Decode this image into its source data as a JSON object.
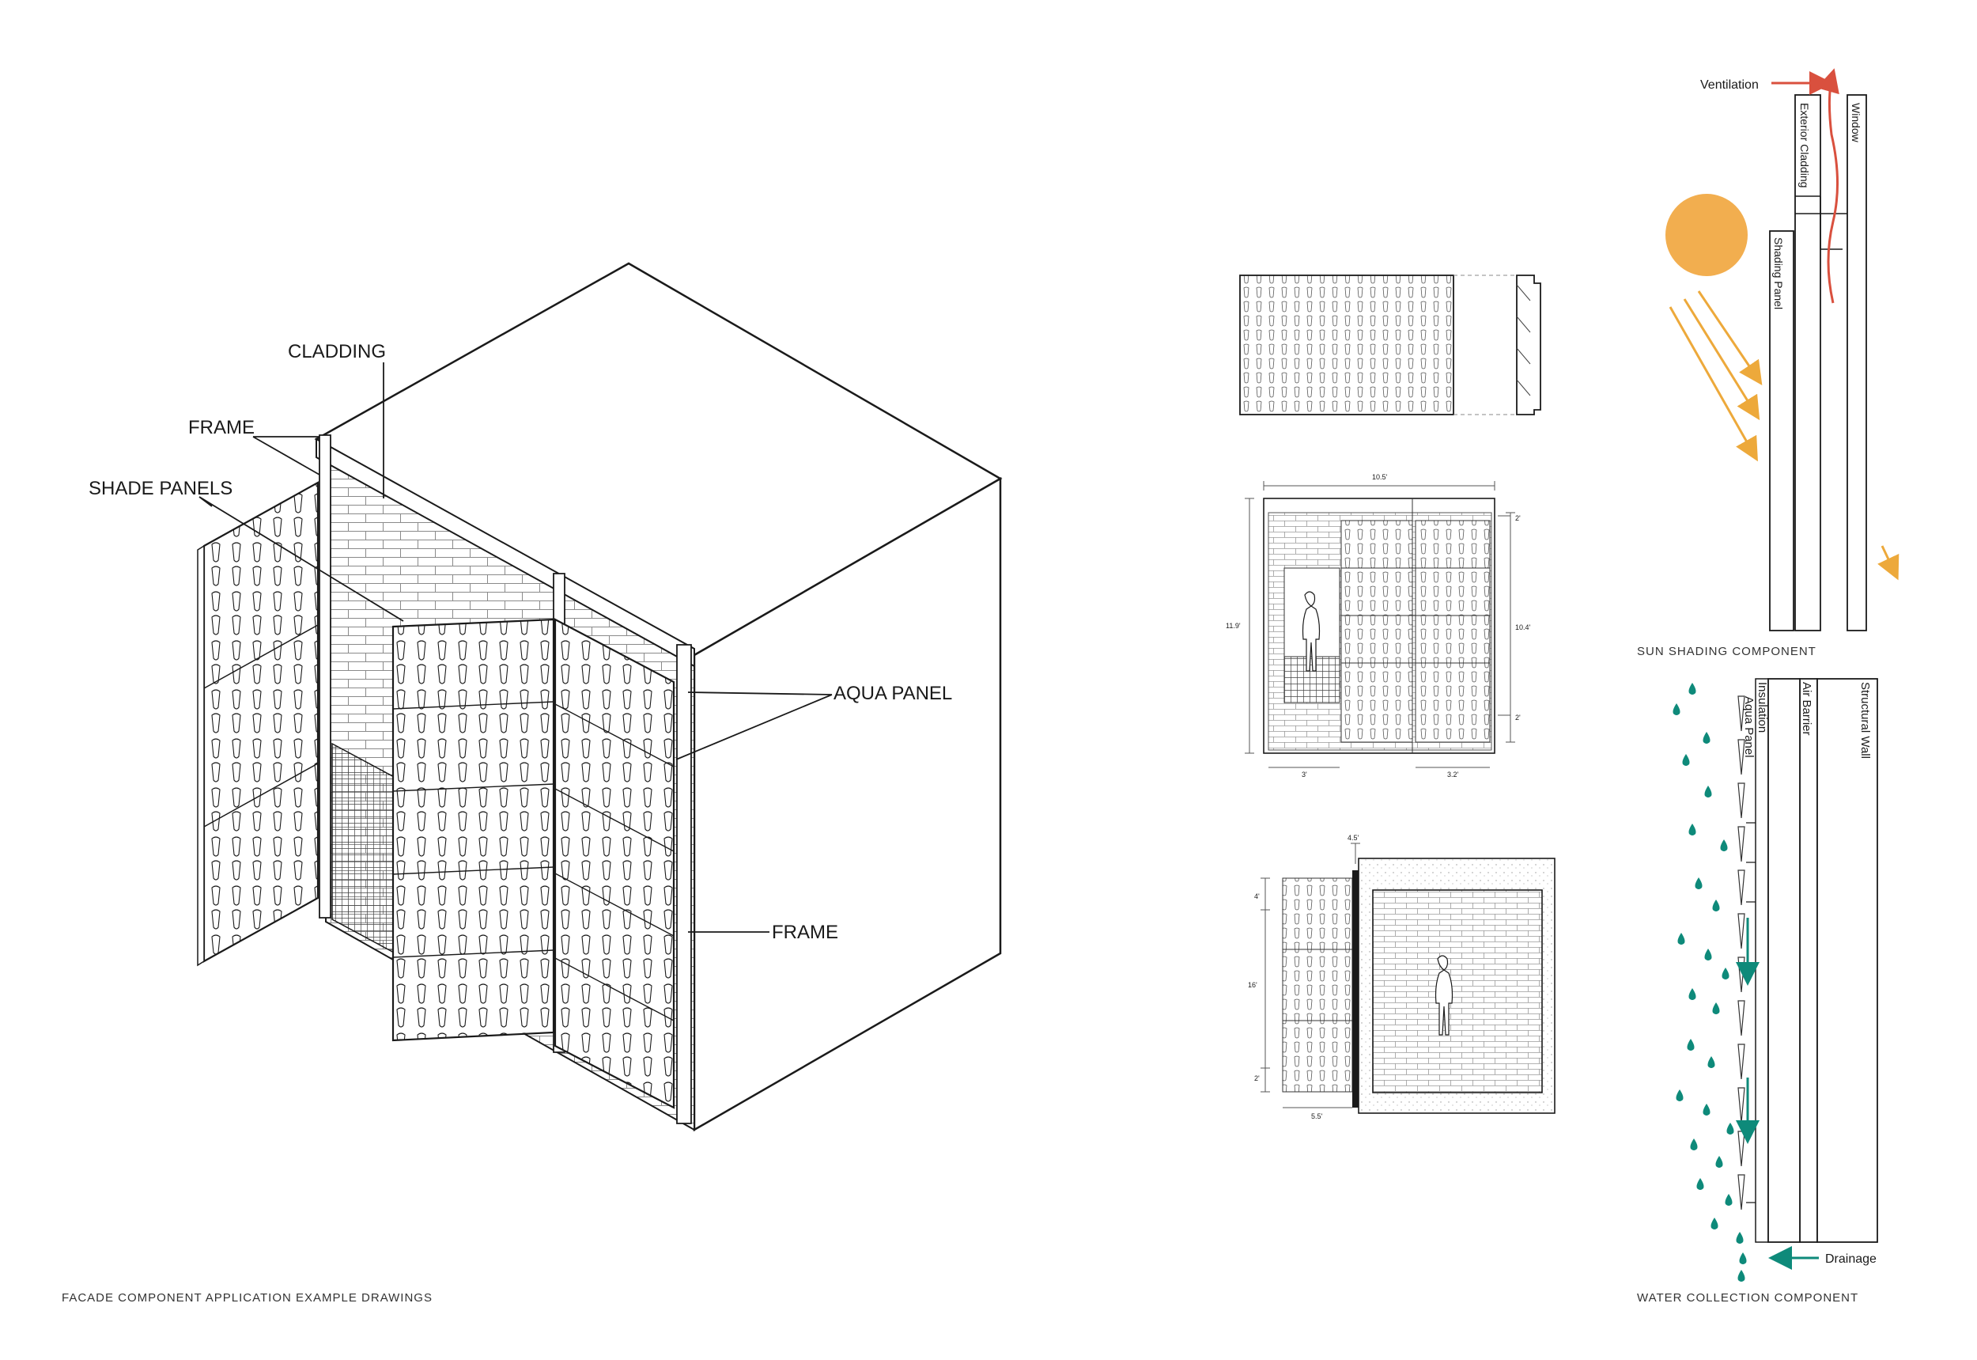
{
  "isometric": {
    "labels": {
      "cladding": "CLADDING",
      "frame_top": "FRAME",
      "shade_panels": "SHADE PANELS",
      "aqua_panel": "AQUA PANEL",
      "frame_right": "FRAME"
    },
    "caption": "FACADE COMPONENT APPLICATION EXAMPLE DRAWINGS"
  },
  "sun_shading": {
    "labels": {
      "ventilation": "Ventilation",
      "exterior_cladding": "Exterior Cladding",
      "window": "Window",
      "shading_panel": "Shading Panel"
    },
    "caption": "SUN SHADING COMPONENT"
  },
  "water_collection": {
    "labels": {
      "aqua_panel": "Aqua Panel",
      "insulation": "Insulation",
      "air_barrier": "Air Barrier",
      "structural_wall": "Structural Wall",
      "drainage": "Drainage"
    },
    "caption": "WATER COLLECTION COMPONENT"
  },
  "elevation_dims": {
    "width_top": "10.5'",
    "height_left": "11.9'",
    "height_right": "10.4'",
    "dim_top_right": "2'",
    "dim_mid_right": "2'",
    "dim_bottom_left": "3'",
    "dim_bottom_right": "3.2'"
  },
  "section_dims": {
    "top": "4.5'",
    "left_upper": "4'",
    "left_mid": "16'",
    "left_lower": "2'",
    "bottom": "5.5'"
  },
  "colors": {
    "sun": "#F2AE4F",
    "sun_ray": "#EDA93B",
    "ventilation": "#D9503E",
    "water": "#0E8A7A",
    "line": "#1a1a1a"
  }
}
